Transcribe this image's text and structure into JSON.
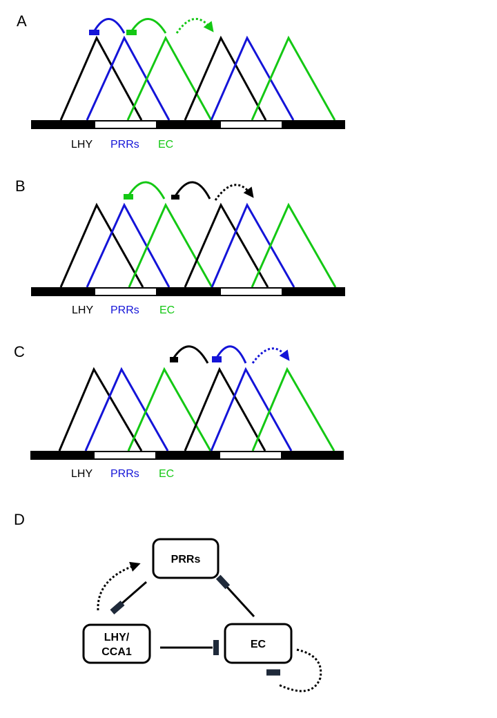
{
  "colors": {
    "lhy": "#000000",
    "prrs": "#1414d8",
    "ec": "#14c814",
    "bar": "#000000",
    "inhibitor": "#1f2a3a"
  },
  "panels": [
    {
      "label": "A",
      "legend": {
        "lhy": "LHY",
        "prrs": "PRRs",
        "ec": "EC"
      },
      "arcs": [
        {
          "color": "prrs",
          "style": "solid",
          "end": "bar"
        },
        {
          "color": "ec",
          "style": "solid",
          "end": "bar"
        },
        {
          "color": "ec",
          "style": "dotted",
          "end": "arrow"
        }
      ]
    },
    {
      "label": "B",
      "legend": {
        "lhy": "LHY",
        "prrs": "PRRs",
        "ec": "EC"
      },
      "arcs": [
        {
          "color": "ec",
          "style": "solid",
          "end": "bar"
        },
        {
          "color": "lhy",
          "style": "solid",
          "end": "bar"
        },
        {
          "color": "lhy",
          "style": "dotted",
          "end": "arrow"
        }
      ]
    },
    {
      "label": "C",
      "legend": {
        "lhy": "LHY",
        "prrs": "PRRs",
        "ec": "EC"
      },
      "arcs": [
        {
          "color": "lhy",
          "style": "solid",
          "end": "bar"
        },
        {
          "color": "prrs",
          "style": "solid",
          "end": "bar"
        },
        {
          "color": "prrs",
          "style": "dotted",
          "end": "arrow"
        }
      ]
    }
  ],
  "network": {
    "label": "D",
    "nodes": {
      "prrs": "PRRs",
      "lhy_line1": "LHY/",
      "lhy_line2": "CCA1",
      "ec": "EC"
    },
    "edges": [
      {
        "from": "PRRs",
        "to": "LHY/CCA1",
        "type": "inhibition"
      },
      {
        "from": "LHY/CCA1",
        "to": "EC",
        "type": "inhibition"
      },
      {
        "from": "EC",
        "to": "PRRs",
        "type": "inhibition"
      },
      {
        "from": "LHY/CCA1",
        "to": "PRRs",
        "type": "activation-dotted"
      },
      {
        "from": "EC",
        "to": "EC",
        "type": "self-inhibition-dotted"
      }
    ]
  }
}
